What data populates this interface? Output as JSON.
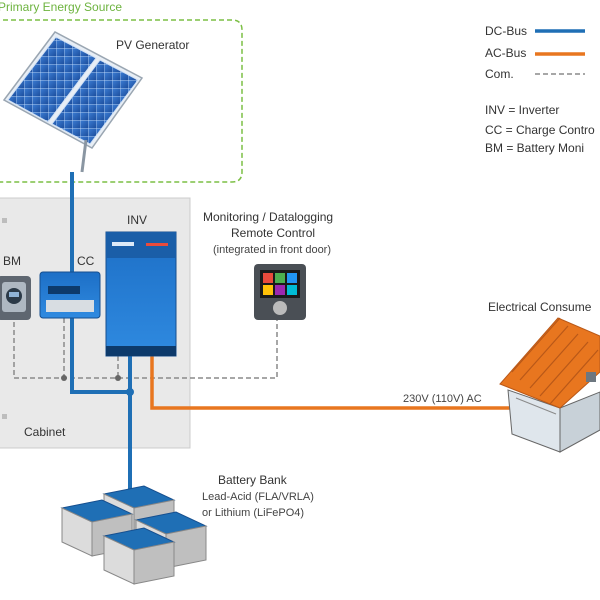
{
  "primary_source": {
    "label": "Primary Energy Source"
  },
  "pv": {
    "label": "PV Generator"
  },
  "legend": {
    "dc_bus": "DC-Bus",
    "ac_bus": "AC-Bus",
    "com": "Com.",
    "colors": {
      "dc": "#1f6fb5",
      "ac": "#e8761f",
      "com": "#8a8a8a"
    }
  },
  "abbreviations": {
    "inv": "INV = Inverter",
    "cc": "CC = Charge Contro",
    "bm": "BM = Battery Moni"
  },
  "cabinet": {
    "label": "Cabinet"
  },
  "components": {
    "bm": "BM",
    "cc": "CC",
    "inv": "INV"
  },
  "monitoring": {
    "line1": "Monitoring / Datalogging",
    "line2": "Remote Control",
    "line3": "(integrated in front door)"
  },
  "consumer": {
    "label": "Electrical Consume"
  },
  "ac_line": {
    "label": "230V (110V) AC"
  },
  "battery": {
    "title": "Battery Bank",
    "line1": "Lead-Acid (FLA/VRLA)",
    "line2": "or Lithium (LiFePO4)"
  }
}
